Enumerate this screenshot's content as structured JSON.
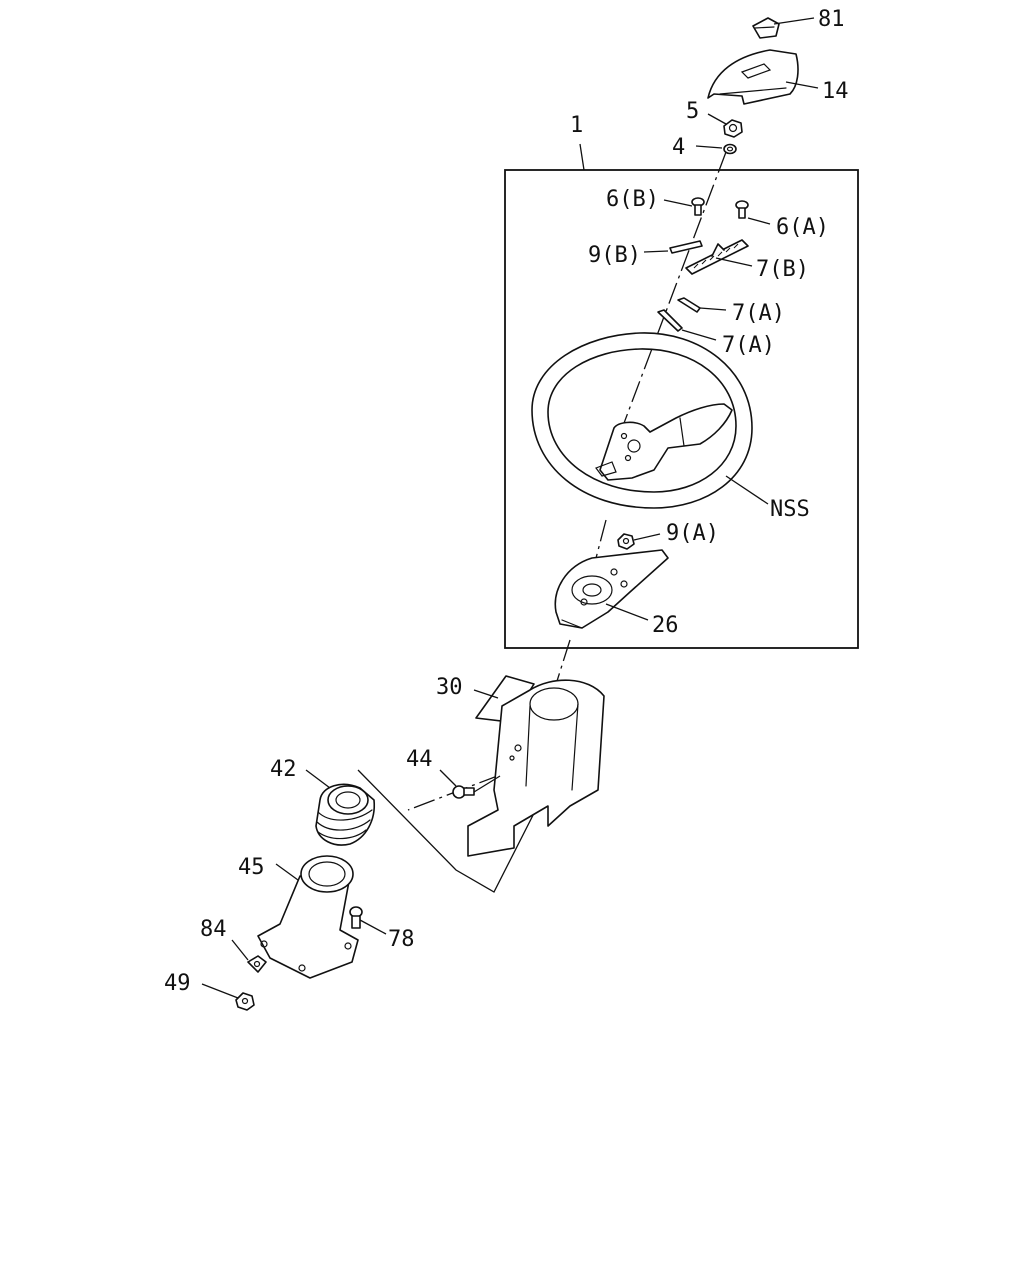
{
  "callouts": {
    "p81": "81",
    "p14": "14",
    "p5": "5",
    "p4": "4",
    "p1": "1",
    "p6b": "6(B)",
    "p6a": "6(A)",
    "p9b": "9(B)",
    "p7b": "7(B)",
    "p7a_upper": "7(A)",
    "p7a_lower": "7(A)",
    "nss": "NSS",
    "p9a": "9(A)",
    "p26": "26",
    "p30": "30",
    "p44": "44",
    "p42": "42",
    "p45": "45",
    "p84": "84",
    "p78": "78",
    "p49": "49"
  },
  "colors": {
    "line": "#111111",
    "background": "#ffffff"
  }
}
